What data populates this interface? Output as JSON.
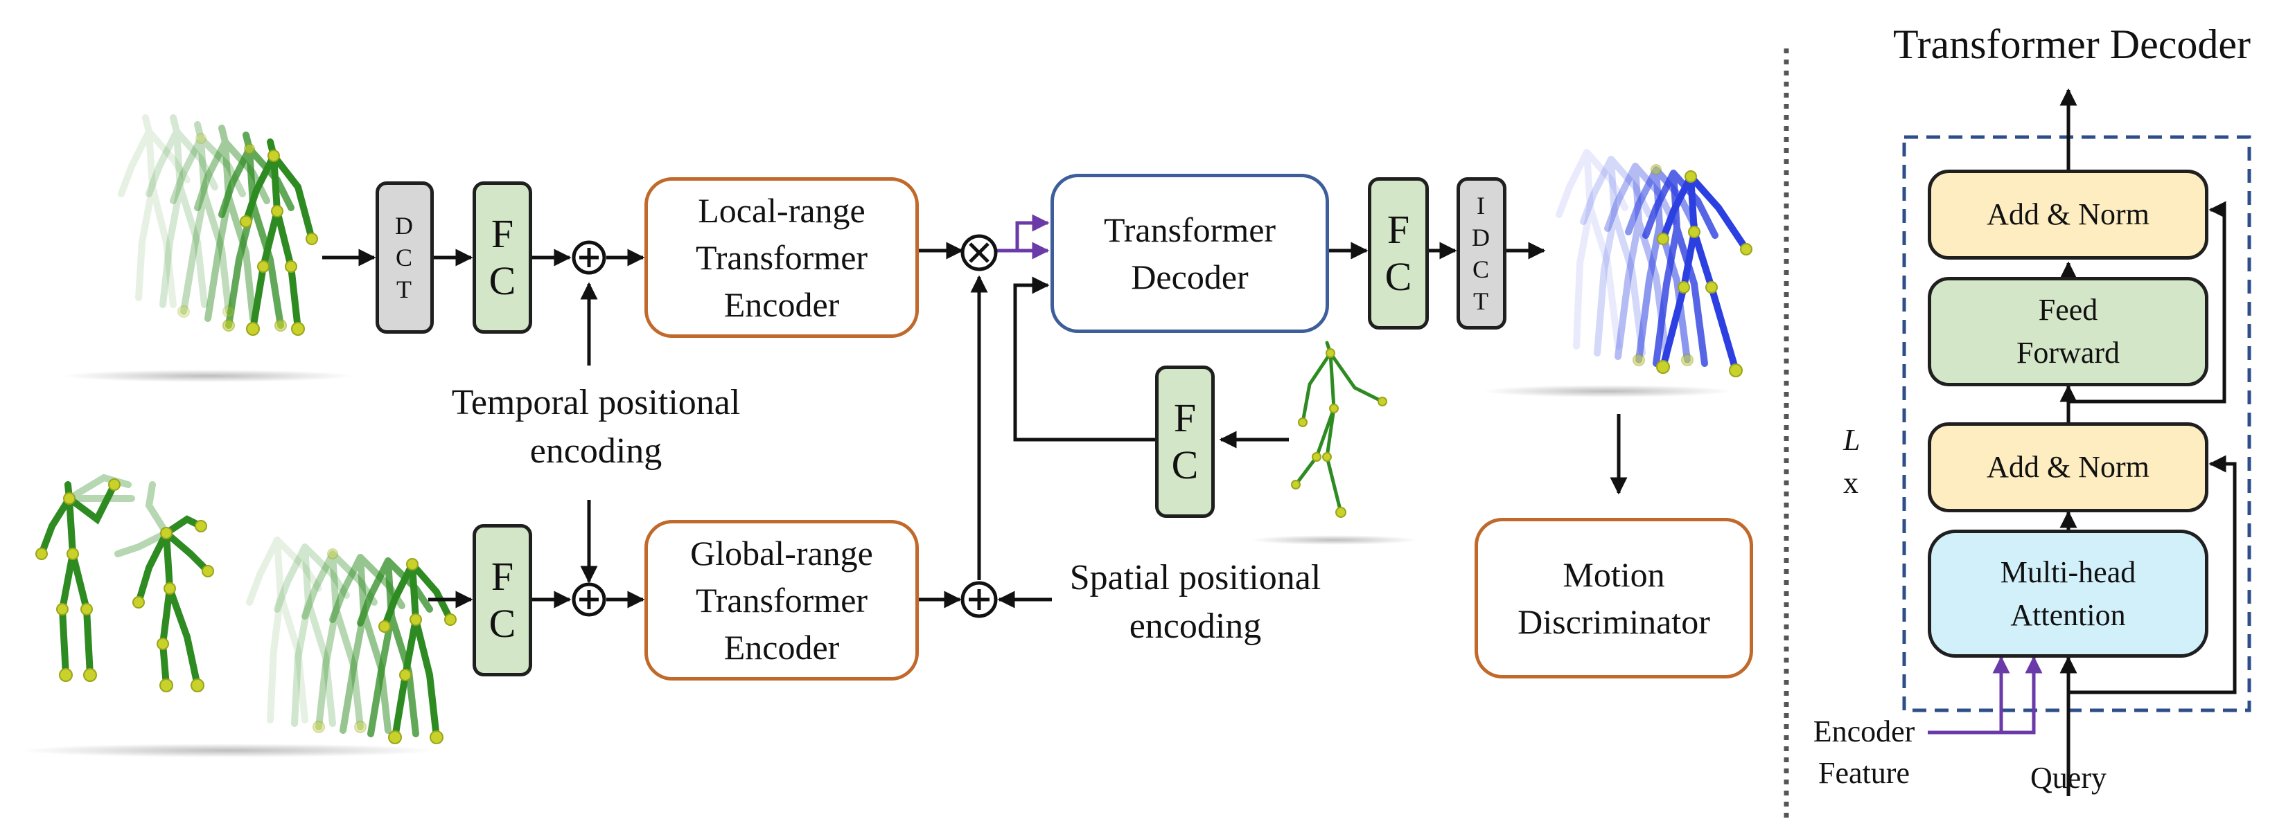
{
  "main": {
    "dct": "D\nC\nT",
    "fc": "F\nC",
    "idct": "I\nD\nC\nT",
    "local_encoder": "Local-range\nTransformer\nEncoder",
    "global_encoder": "Global-range\nTransformer\nEncoder",
    "decoder": "Transformer\nDecoder",
    "discriminator": "Motion\nDiscriminator",
    "temporal_pe": "Temporal positional\nencoding",
    "spatial_pe": "Spatial positional\nencoding"
  },
  "detail": {
    "title": "Transformer Decoder",
    "add_norm": "Add & Norm",
    "feed_forward": "Feed\nForward",
    "multi_head": "Multi-head\nAttention",
    "repeat_label": "L",
    "repeat_suffix": "x",
    "encoder_feature": "Encoder\nFeature",
    "query": "Query"
  },
  "colors": {
    "arrow": "#111111",
    "purple": "#6a3aa8",
    "orange_border": "#c0692b",
    "blue_border": "#3d5e9a",
    "dashed_box": "#2e4e8a",
    "skeleton_green": "#2e8b22",
    "skeleton_blue": "#2c3fe0",
    "joint": "#c8d22a"
  }
}
